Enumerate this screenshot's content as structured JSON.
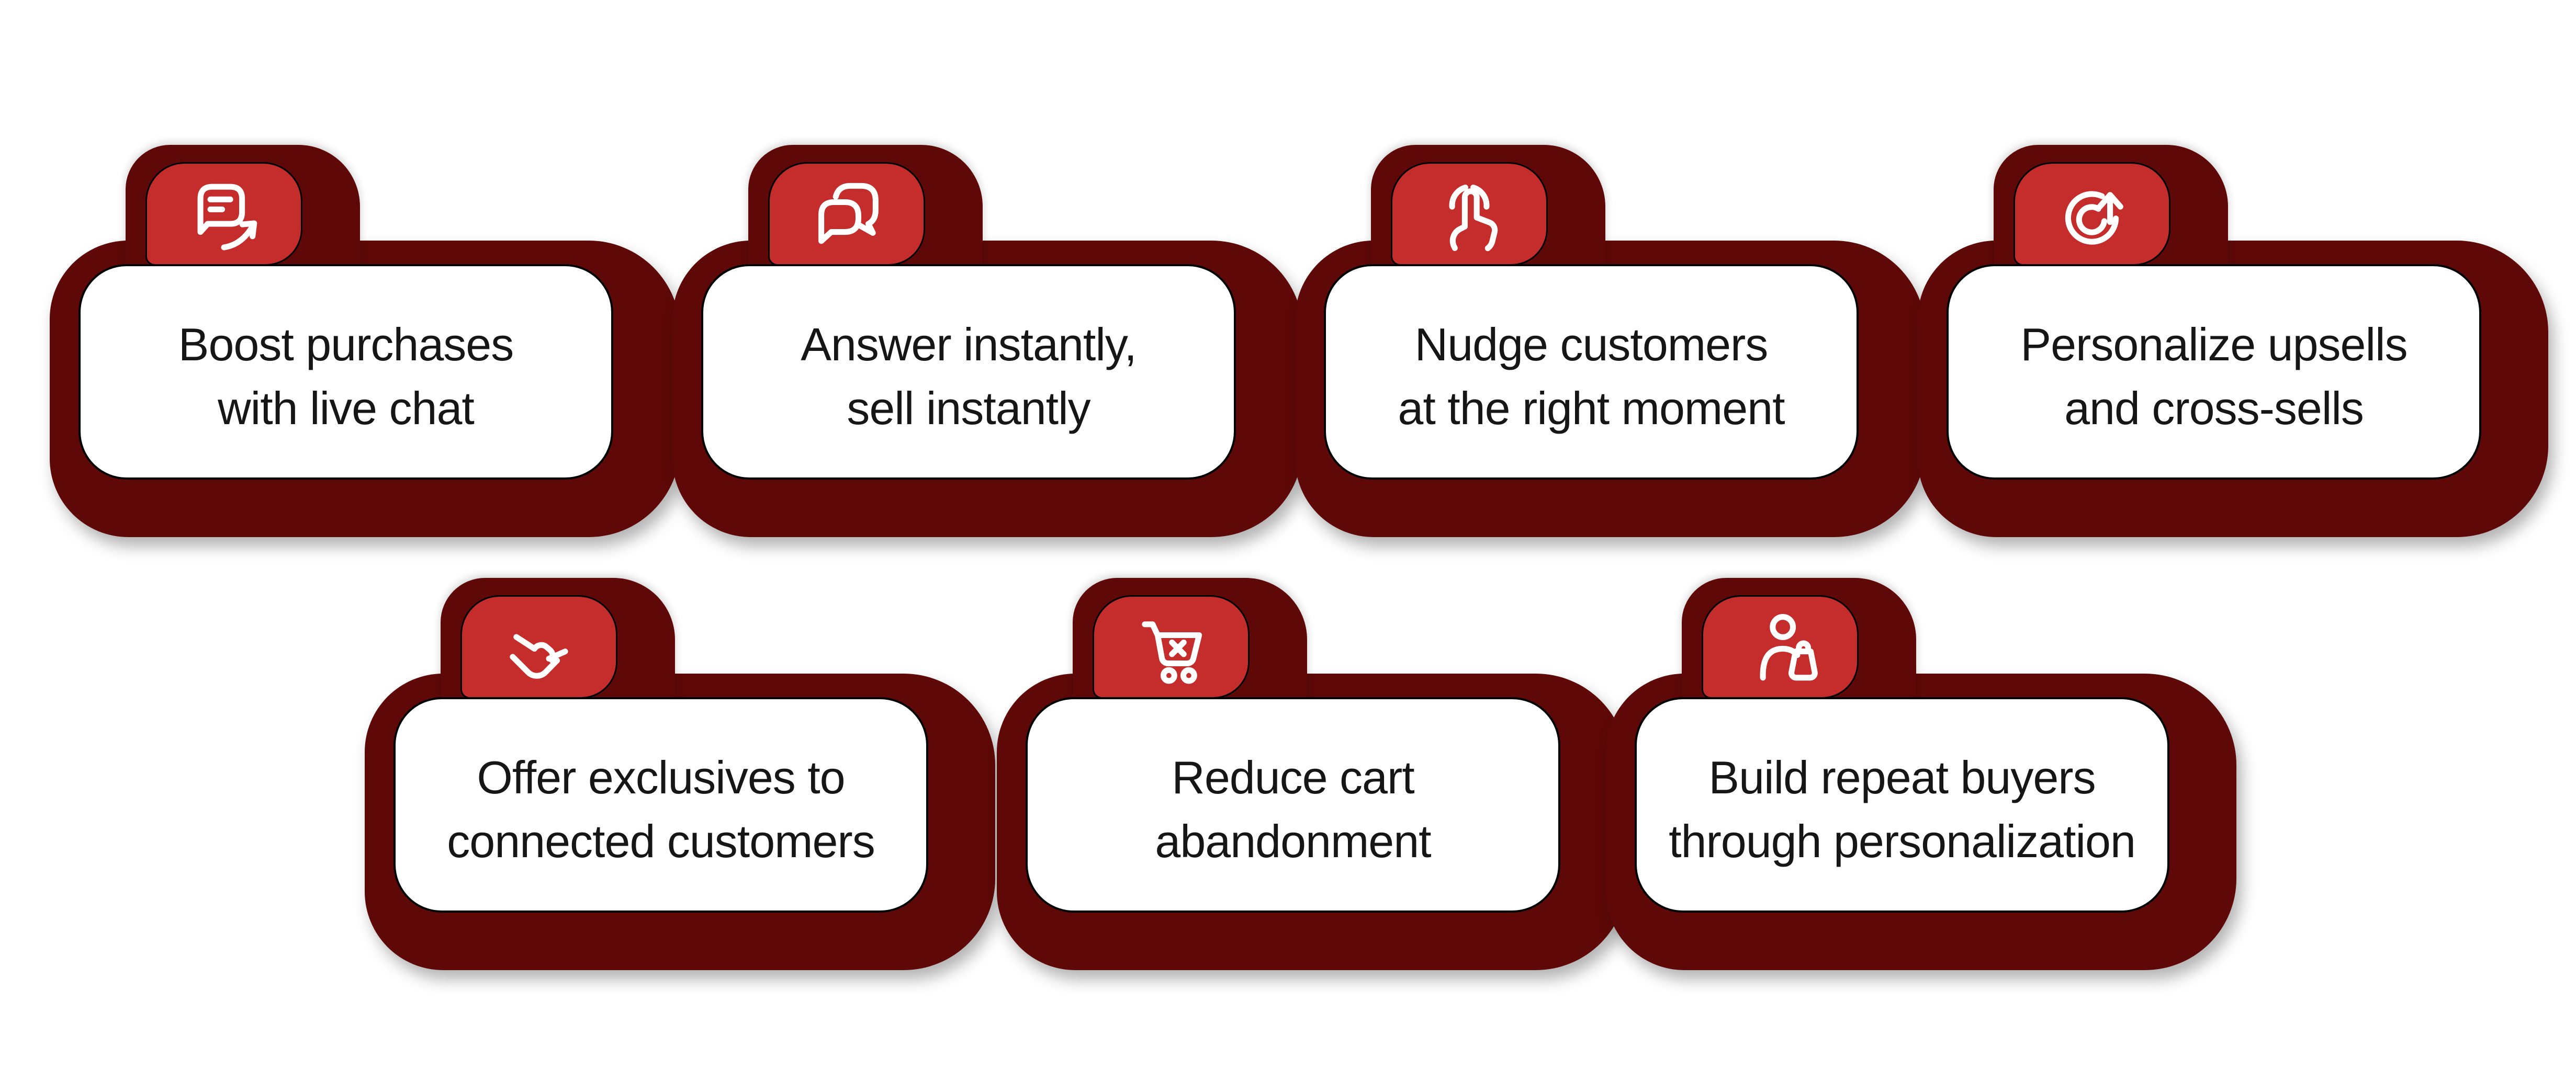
{
  "diagram": {
    "title": "",
    "colors": {
      "background": "#ffffff",
      "blob_maroon": "#5E0908",
      "badge_red": "#C42D2B",
      "outline_black": "#000000",
      "text_black": "#161616",
      "icon_stroke_white": "#ffffff"
    }
  },
  "cards": [
    {
      "icon": "chat-growth-icon",
      "line1": "Boost purchases",
      "line2": "with live chat"
    },
    {
      "icon": "conversation-icon",
      "line1": "Answer instantly,",
      "line2": "sell instantly"
    },
    {
      "icon": "tap-icon",
      "line1": "Nudge customers",
      "line2": "at the right moment"
    },
    {
      "icon": "upsell-cycle-icon",
      "line1": "Personalize upsells",
      "line2": "and cross-sells"
    },
    {
      "icon": "handshake-icon",
      "line1": "Offer exclusives to",
      "line2": "connected customers"
    },
    {
      "icon": "cart-remove-icon",
      "line1": "Reduce cart",
      "line2": "abandonment"
    },
    {
      "icon": "shopper-profile-icon",
      "line1": "Build repeat buyers",
      "line2": "through personalization"
    }
  ]
}
